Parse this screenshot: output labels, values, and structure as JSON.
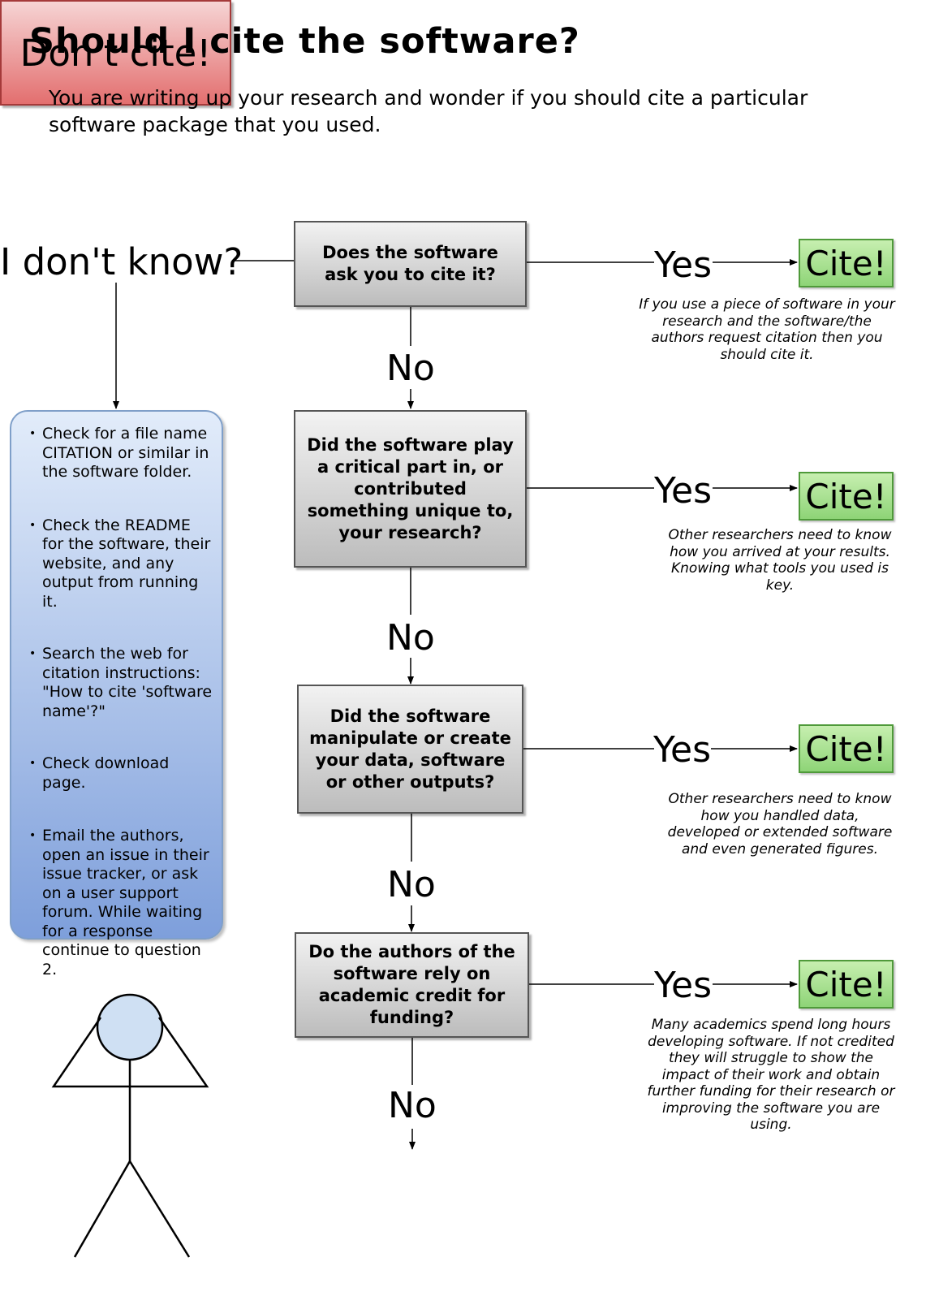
{
  "title": "Should I cite the software?",
  "subtitle": "You are writing up your research and wonder if you should cite a particular software package that you used.",
  "unknown_label": "I don't know?",
  "questions": [
    "Does the software ask you to cite it?",
    "Did the software play a critical part in, or contributed something unique to, your research?",
    "Did the software manipulate or create your data, software or other outputs?",
    "Do the authors of the software rely on academic credit for funding?"
  ],
  "yes_label": "Yes",
  "no_label": "No",
  "cite_label": "Cite!",
  "dont_cite_label": "Don't cite!",
  "notes": [
    "If you use a piece of software in your research and the software/the authors request citation then you should cite it.",
    "Other researchers need to know how you arrived at your results. Knowing what tools you used is key.",
    "Other researchers need to know how you handled data, developed or extended software and even generated figures.",
    "Many academics spend long hours developing software. If not credited they will struggle to show the impact of their work and obtain further funding for their research or improving the software you are using."
  ],
  "tips": [
    "Check for a file name CITATION or similar in the software folder.",
    "Check the README for the software, their website, and any output from running it.",
    "Search the web for citation instructions: \"How to cite 'software name'?\"",
    "Check download page.",
    "Email the authors, open an issue in their issue tracker, or ask on a user support forum. While waiting for a response continue to question 2."
  ],
  "colors": {
    "question_fill": "#d6d6d6",
    "cite_fill": "#a9e291",
    "dont_cite_fill": "#ec9a9a",
    "tips_fill": "#a9c2ec",
    "head_fill": "#cfe0f3"
  }
}
